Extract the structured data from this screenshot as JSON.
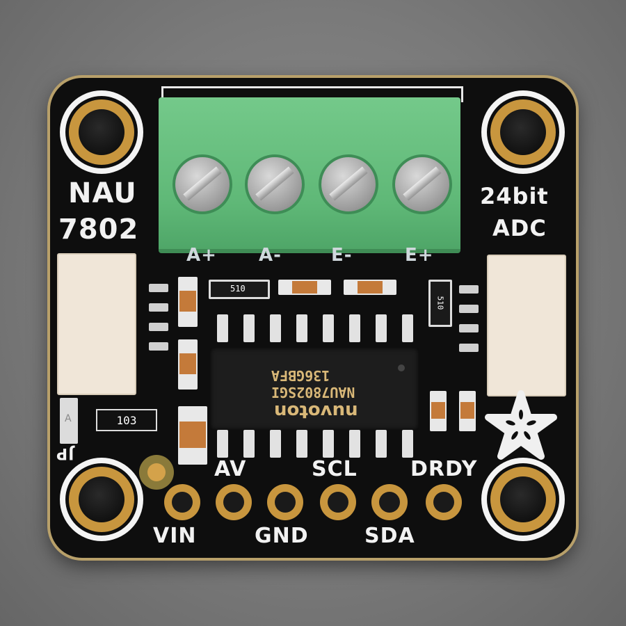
{
  "product": {
    "board_name_line1": "NAU",
    "board_name_line2": "7802",
    "feature_line1": "24bit",
    "feature_line2": "ADC"
  },
  "terminal_block": {
    "color": "#5fb877",
    "labels": [
      "A+",
      "A-",
      "E-",
      "E+"
    ]
  },
  "chip": {
    "line1": "136GBFA",
    "line2": "NAU7802SGI",
    "brand": "nuvoton",
    "text_color": "#d9b878"
  },
  "resistor_array": {
    "marking": "103"
  },
  "resistors": [
    {
      "marking": "510"
    },
    {
      "marking": "510"
    }
  ],
  "led_label": "A",
  "jumper_label": "JP",
  "header_pins": {
    "top_labels": [
      "AV",
      "SCL",
      "DRDY"
    ],
    "bottom_labels": [
      "VIN",
      "GND",
      "SDA"
    ]
  },
  "logo": "adafruit-flower",
  "colors": {
    "pcb": "#0e0e0e",
    "gold": "#c8963e",
    "silkscreen": "#f2f2f2",
    "connector": "#f0e6d8"
  }
}
